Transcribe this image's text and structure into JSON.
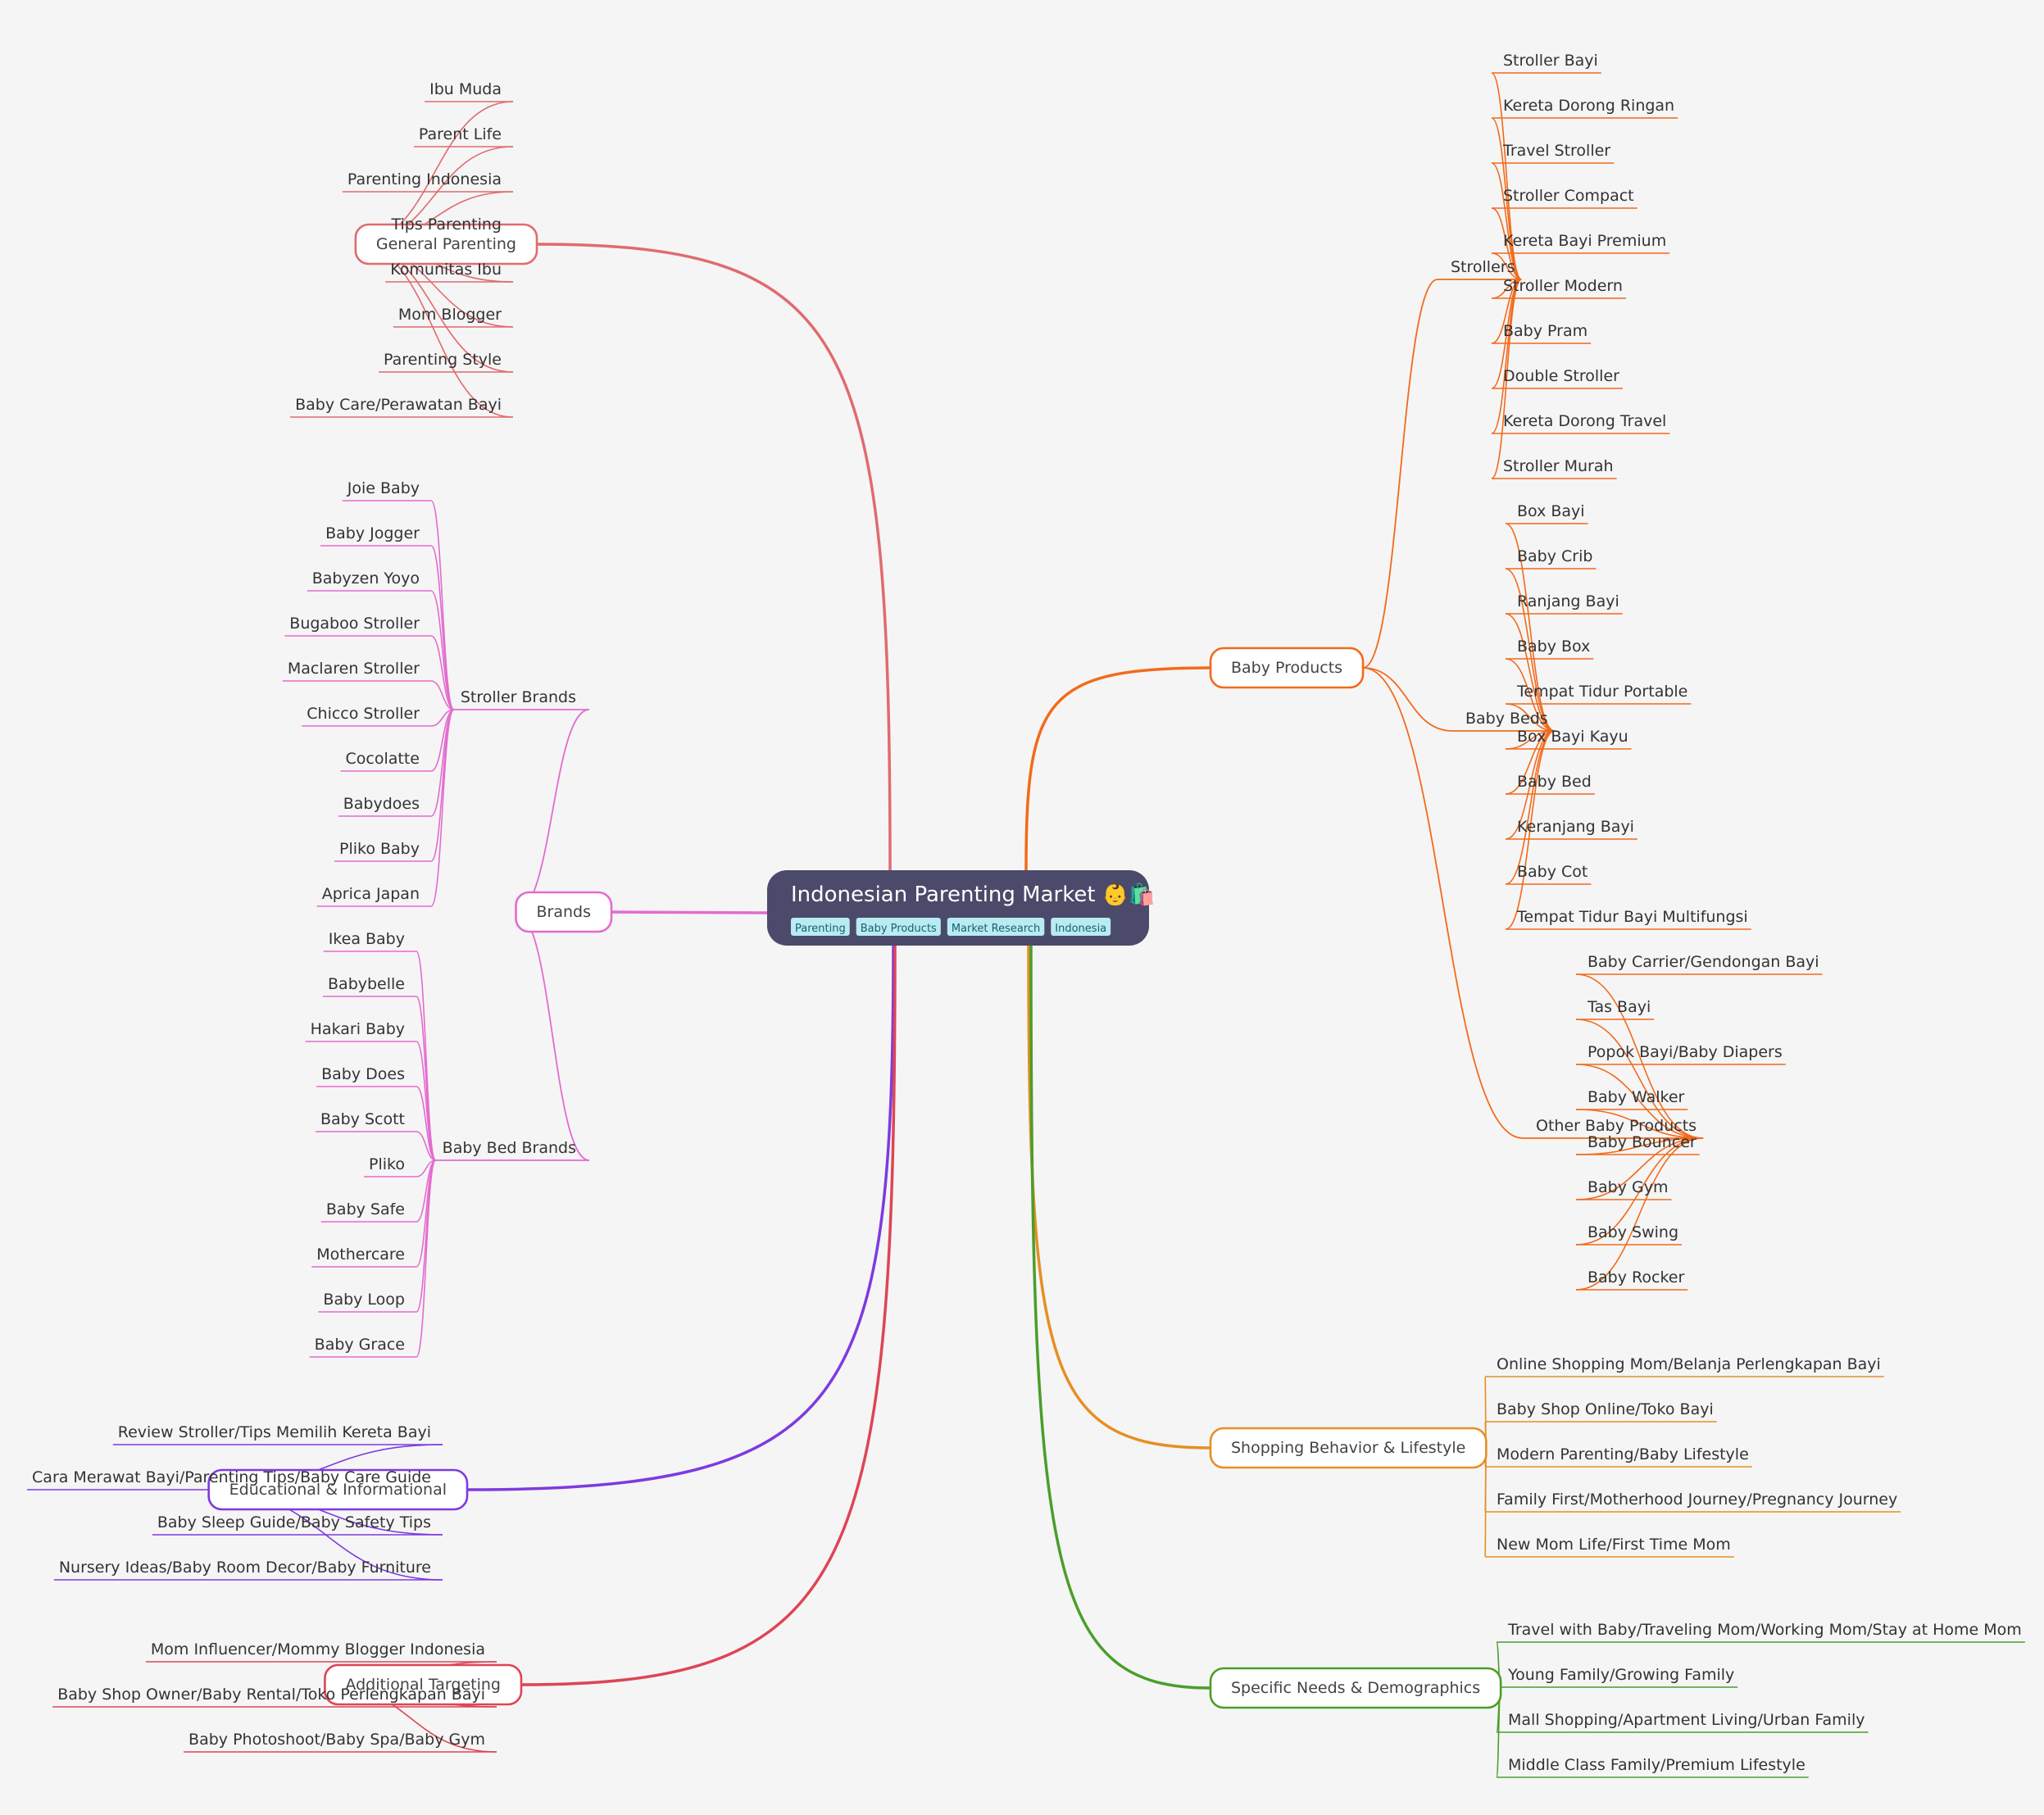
{
  "root": {
    "title": "Indonesian Parenting Market 👶🛍️",
    "tags": [
      "Parenting",
      "Baby Products",
      "Market Research",
      "Indonesia"
    ],
    "color": "#4b4a6a",
    "tag_color": "#b9ebf3"
  },
  "branches": [
    {
      "label": "General Parenting",
      "color": "#e06b6e",
      "side": "left",
      "leaves": [
        "Ibu Muda",
        "Parent Life",
        "Parenting Indonesia",
        "Tips Parenting",
        "Komunitas Ibu",
        "Mom Blogger",
        "Parenting Style",
        "Baby Care/Perawatan Bayi"
      ]
    },
    {
      "label": "Brands",
      "color": "#e36bcf",
      "side": "left",
      "children": [
        {
          "label": "Stroller Brands",
          "leaves": [
            "Joie Baby",
            "Baby Jogger",
            "Babyzen Yoyo",
            "Bugaboo Stroller",
            "Maclaren Stroller",
            "Chicco Stroller",
            "Cocolatte",
            "Babydoes",
            "Pliko Baby",
            "Aprica Japan"
          ]
        },
        {
          "label": "Baby Bed Brands",
          "leaves": [
            "Ikea Baby",
            "Babybelle",
            "Hakari Baby",
            "Baby Does",
            "Baby Scott",
            "Pliko",
            "Baby Safe",
            "Mothercare",
            "Baby Loop",
            "Baby Grace"
          ]
        }
      ]
    },
    {
      "label": "Educational & Informational",
      "color": "#7e3ae0",
      "side": "left",
      "leaves": [
        "Review Stroller/Tips Memilih Kereta Bayi",
        "Cara Merawat Bayi/Parenting Tips/Baby Care Guide",
        "Baby Sleep Guide/Baby Safety Tips",
        "Nursery Ideas/Baby Room Decor/Baby Furniture"
      ]
    },
    {
      "label": "Additional Targeting",
      "color": "#de4555",
      "side": "left",
      "leaves": [
        "Mom Influencer/Mommy Blogger Indonesia",
        "Baby Shop Owner/Baby Rental/Toko Perlengkapan Bayi",
        "Baby Photoshoot/Baby Spa/Baby Gym"
      ]
    },
    {
      "label": "Baby Products",
      "color": "#f26a1b",
      "side": "right",
      "children": [
        {
          "label": "Strollers",
          "leaves": [
            "Stroller Bayi",
            "Kereta Dorong Ringan",
            "Travel Stroller",
            "Stroller Compact",
            "Kereta Bayi Premium",
            "Stroller Modern",
            "Baby Pram",
            "Double Stroller",
            "Kereta Dorong Travel",
            "Stroller Murah"
          ]
        },
        {
          "label": "Baby Beds",
          "leaves": [
            "Box Bayi",
            "Baby Crib",
            "Ranjang Bayi",
            "Baby Box",
            "Tempat Tidur Portable",
            "Box Bayi Kayu",
            "Baby Bed",
            "Keranjang Bayi",
            "Baby Cot",
            "Tempat Tidur Bayi Multifungsi"
          ]
        },
        {
          "label": "Other Baby Products",
          "leaves": [
            "Baby Carrier/Gendongan Bayi",
            "Tas Bayi",
            "Popok Bayi/Baby Diapers",
            "Baby Walker",
            "Baby Bouncer",
            "Baby Gym",
            "Baby Swing",
            "Baby Rocker"
          ]
        }
      ]
    },
    {
      "label": "Shopping Behavior & Lifestyle",
      "color": "#e68f22",
      "side": "right",
      "leaves": [
        "Online Shopping Mom/Belanja Perlengkapan Bayi",
        "Baby Shop Online/Toko Bayi",
        "Modern Parenting/Baby Lifestyle",
        "Family First/Motherhood Journey/Pregnancy Journey",
        "New Mom Life/First Time Mom"
      ]
    },
    {
      "label": "Specific Needs & Demographics",
      "color": "#4a9e2a",
      "side": "right",
      "leaves": [
        "Travel with Baby/Traveling Mom/Working Mom/Stay at Home Mom",
        "Young Family/Growing Family",
        "Mall Shopping/Apartment Living/Urban Family",
        "Middle Class Family/Premium Lifestyle"
      ]
    }
  ]
}
